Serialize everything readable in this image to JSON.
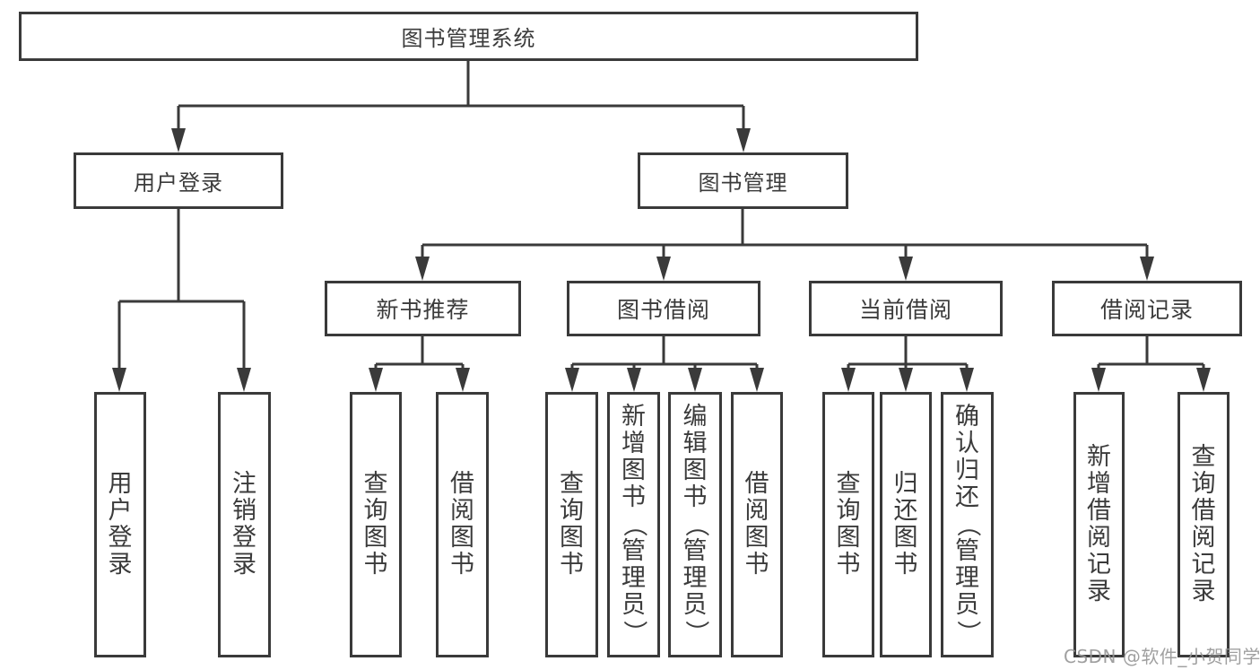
{
  "diagram": {
    "root": "图书管理系统",
    "branches": {
      "user_login": {
        "label": "用户登录",
        "children": [
          "用户登录",
          "注销登录"
        ]
      },
      "book_management": {
        "label": "图书管理",
        "sections": {
          "new_books": {
            "label": "新书推荐",
            "children": [
              "查询图书",
              "借阅图书"
            ]
          },
          "book_borrow": {
            "label": "图书借阅",
            "children": [
              "查询图书",
              "新增图书（管理员）",
              "编辑图书（管理员）",
              "借阅图书"
            ]
          },
          "current_borrow": {
            "label": "当前借阅",
            "children": [
              "查询图书",
              "归还图书",
              "确认归还（管理员）"
            ]
          },
          "borrow_records": {
            "label": "借阅记录",
            "children": [
              "新增借阅记录",
              "查询借阅记录"
            ]
          }
        }
      }
    }
  },
  "watermark": "CSDN @软件_小贺同学",
  "colors": {
    "line": "#3a3a3a",
    "box_border": "#3a3a3a",
    "box_fill": "#ffffff",
    "text": "#3b3b3b",
    "watermark": "#969696",
    "background": "#ffffff"
  }
}
